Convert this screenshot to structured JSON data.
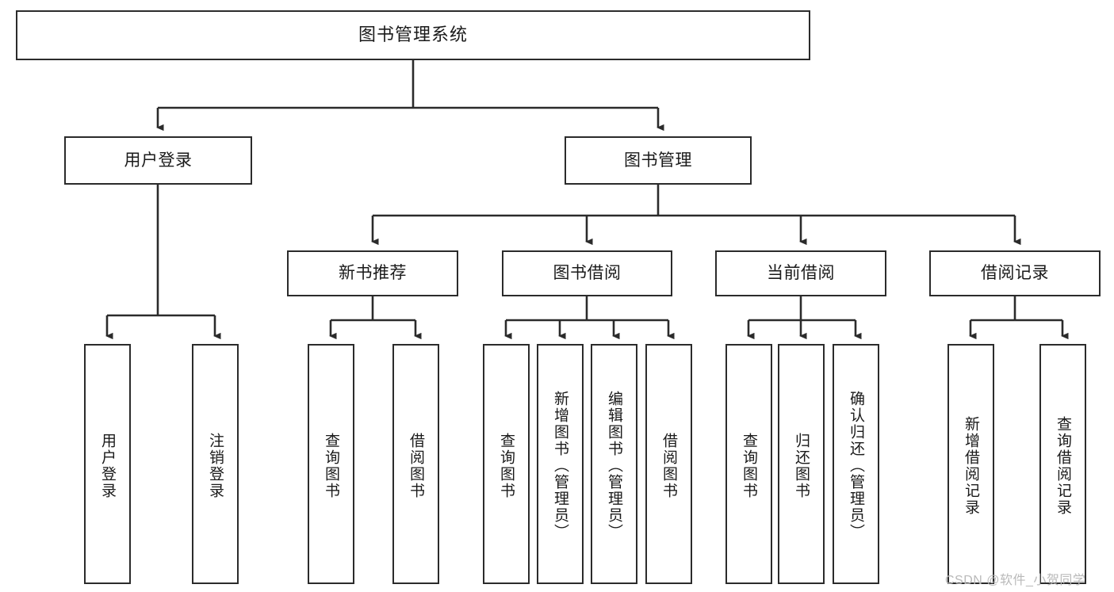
{
  "diagram": {
    "type": "tree-hierarchy-chart",
    "title": "图书管理系统",
    "background_color": "#ffffff",
    "box_border_color": "#2b2b2b",
    "connector_color": "#2b2b2b"
  },
  "nodes": {
    "root": {
      "label": "图书管理系统"
    },
    "level2": [
      {
        "label": "用户登录"
      },
      {
        "label": "图书管理"
      }
    ],
    "level3": [
      {
        "label": "新书推荐"
      },
      {
        "label": "图书借阅"
      },
      {
        "label": "当前借阅"
      },
      {
        "label": "借阅记录"
      }
    ],
    "leaves": {
      "user_login": [
        {
          "label": "用户登录"
        },
        {
          "label": "注销登录"
        }
      ],
      "new_book_recommend": [
        {
          "label": "查询图书"
        },
        {
          "label": "借阅图书"
        }
      ],
      "book_borrow": [
        {
          "label": "查询图书"
        },
        {
          "label": "新增图书（管理员）"
        },
        {
          "label": "编辑图书（管理员）"
        },
        {
          "label": "借阅图书"
        }
      ],
      "current_borrow": [
        {
          "label": "查询图书"
        },
        {
          "label": "归还图书"
        },
        {
          "label": "确认归还（管理员）"
        }
      ],
      "borrow_record": [
        {
          "label": "新增借阅记录"
        },
        {
          "label": "查询借阅记录"
        }
      ]
    }
  },
  "watermark": {
    "text": "CSDN @软件_小贺同学",
    "color": "#b9b9b9"
  }
}
